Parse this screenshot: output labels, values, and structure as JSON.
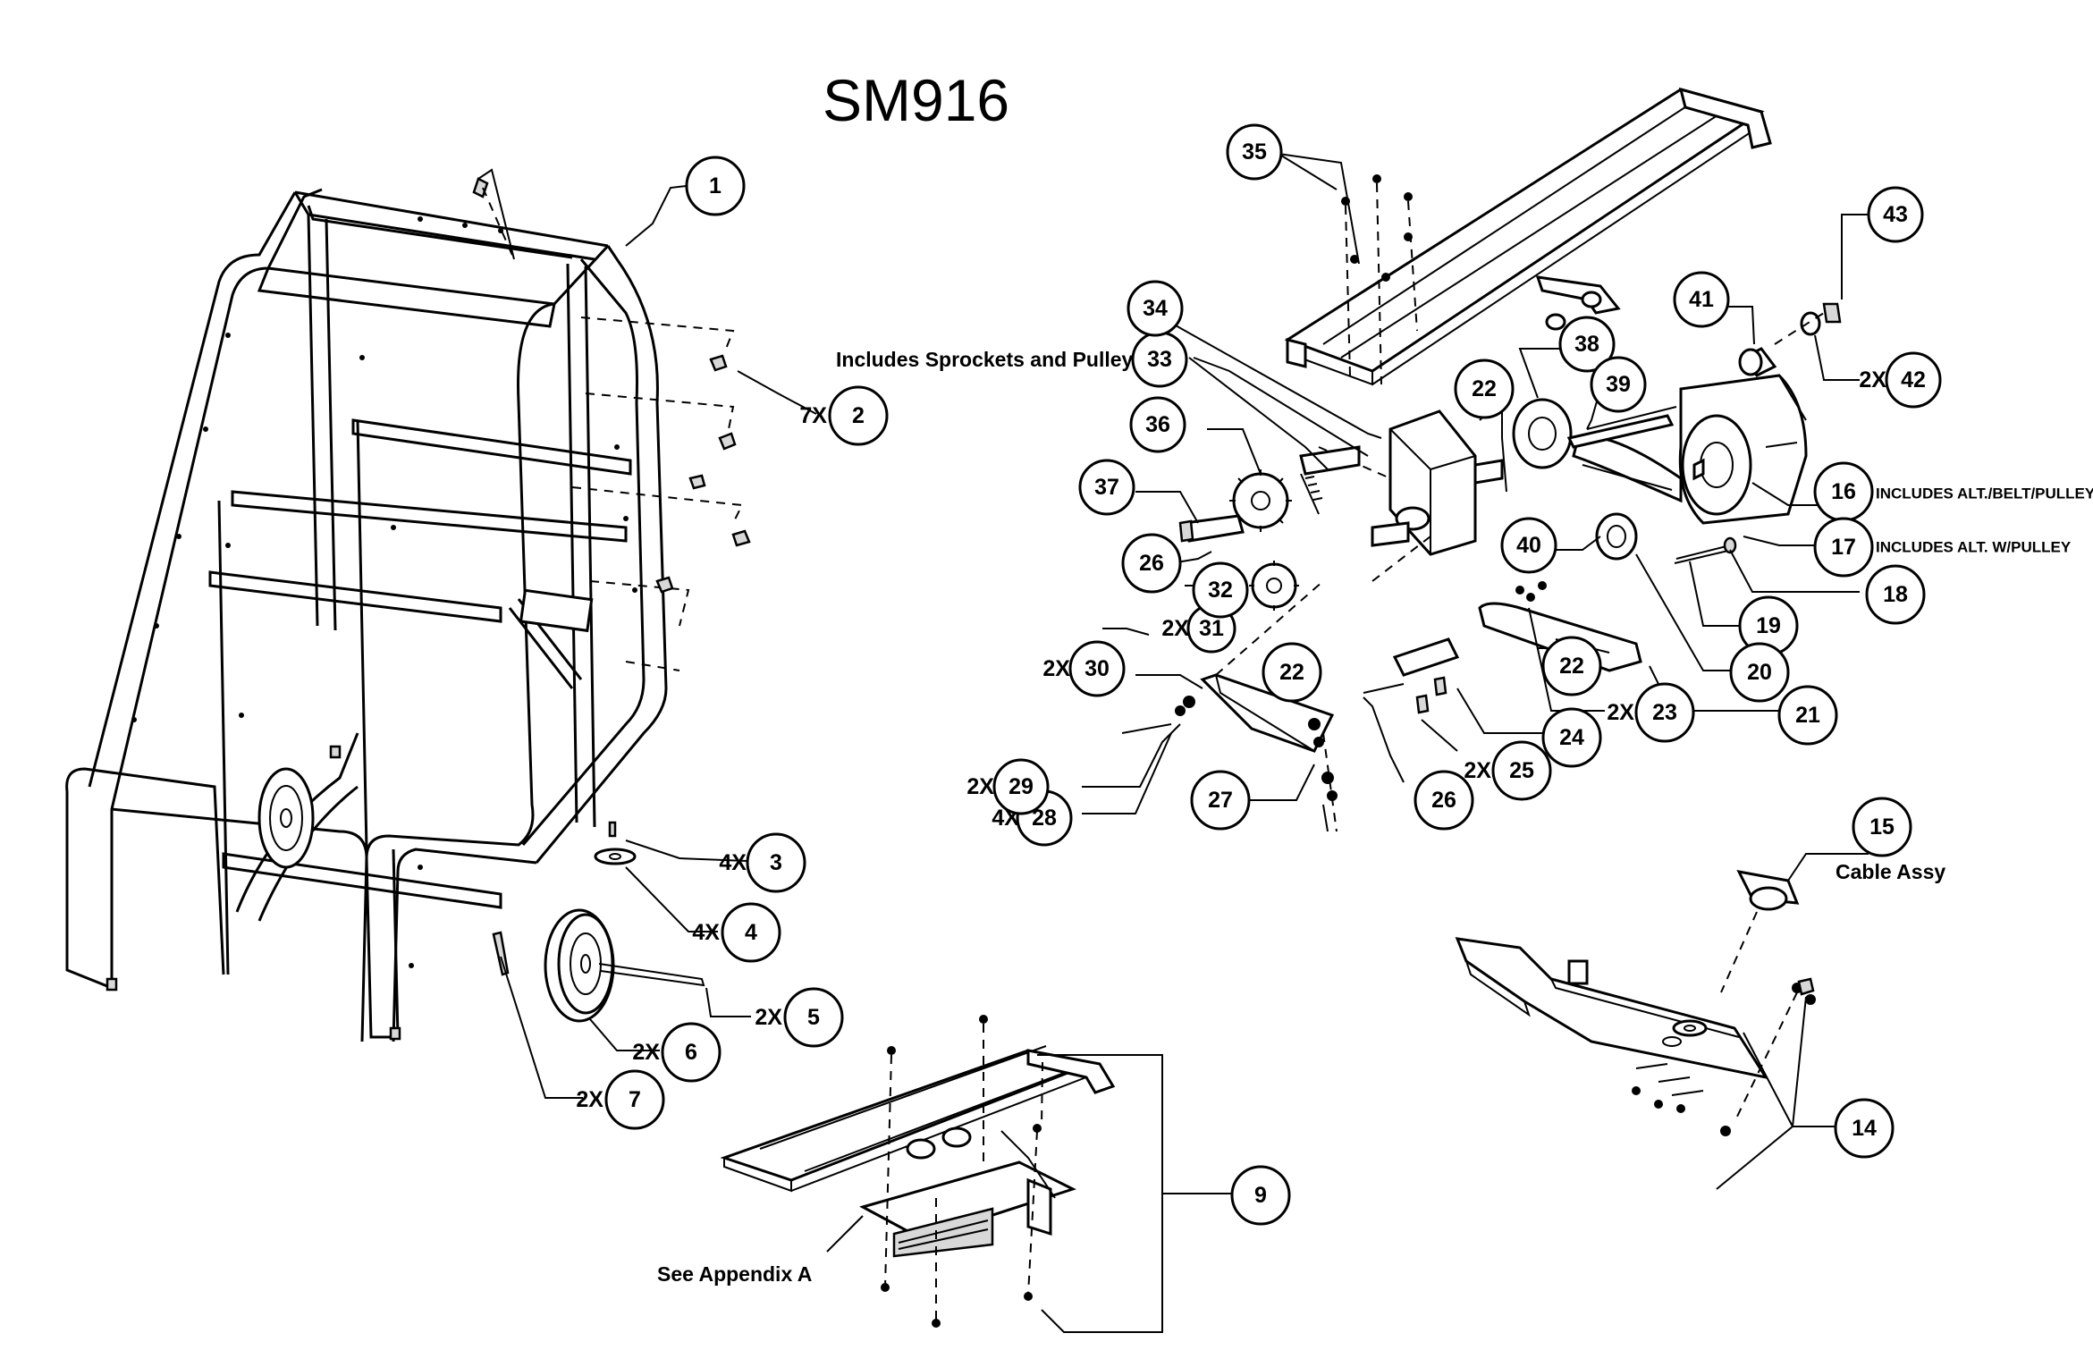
{
  "title": "SM916",
  "notes": {
    "sprockets": "Includes Sprockets and Pulley",
    "alt_belt": "INCLUDES ALT./BELT/PULLEYS",
    "alt_pulley": "INCLUDES ALT. W/PULLEY",
    "cable": "Cable Assy",
    "appendix": "See Appendix A"
  },
  "callouts": [
    {
      "num": "1",
      "qty": ""
    },
    {
      "num": "2",
      "qty": "7X"
    },
    {
      "num": "3",
      "qty": "4X"
    },
    {
      "num": "4",
      "qty": "4X"
    },
    {
      "num": "5",
      "qty": "2X"
    },
    {
      "num": "6",
      "qty": "2X"
    },
    {
      "num": "7",
      "qty": "2X"
    },
    {
      "num": "9",
      "qty": ""
    },
    {
      "num": "14",
      "qty": ""
    },
    {
      "num": "15",
      "qty": ""
    },
    {
      "num": "16",
      "qty": ""
    },
    {
      "num": "17",
      "qty": ""
    },
    {
      "num": "18",
      "qty": ""
    },
    {
      "num": "19",
      "qty": ""
    },
    {
      "num": "20",
      "qty": ""
    },
    {
      "num": "21",
      "qty": ""
    },
    {
      "num": "22",
      "qty": ""
    },
    {
      "num": "22",
      "qty": ""
    },
    {
      "num": "22",
      "qty": ""
    },
    {
      "num": "23",
      "qty": "2X"
    },
    {
      "num": "24",
      "qty": ""
    },
    {
      "num": "25",
      "qty": "2X"
    },
    {
      "num": "26",
      "qty": ""
    },
    {
      "num": "26",
      "qty": ""
    },
    {
      "num": "27",
      "qty": ""
    },
    {
      "num": "28",
      "qty": "4X"
    },
    {
      "num": "29",
      "qty": "2X"
    },
    {
      "num": "30",
      "qty": "2X"
    },
    {
      "num": "31",
      "qty": "2X"
    },
    {
      "num": "32",
      "qty": ""
    },
    {
      "num": "33",
      "qty": ""
    },
    {
      "num": "34",
      "qty": ""
    },
    {
      "num": "35",
      "qty": ""
    },
    {
      "num": "36",
      "qty": ""
    },
    {
      "num": "37",
      "qty": ""
    },
    {
      "num": "38",
      "qty": ""
    },
    {
      "num": "39",
      "qty": ""
    },
    {
      "num": "40",
      "qty": ""
    },
    {
      "num": "41",
      "qty": ""
    },
    {
      "num": "42",
      "qty": "2X"
    },
    {
      "num": "43",
      "qty": ""
    }
  ]
}
